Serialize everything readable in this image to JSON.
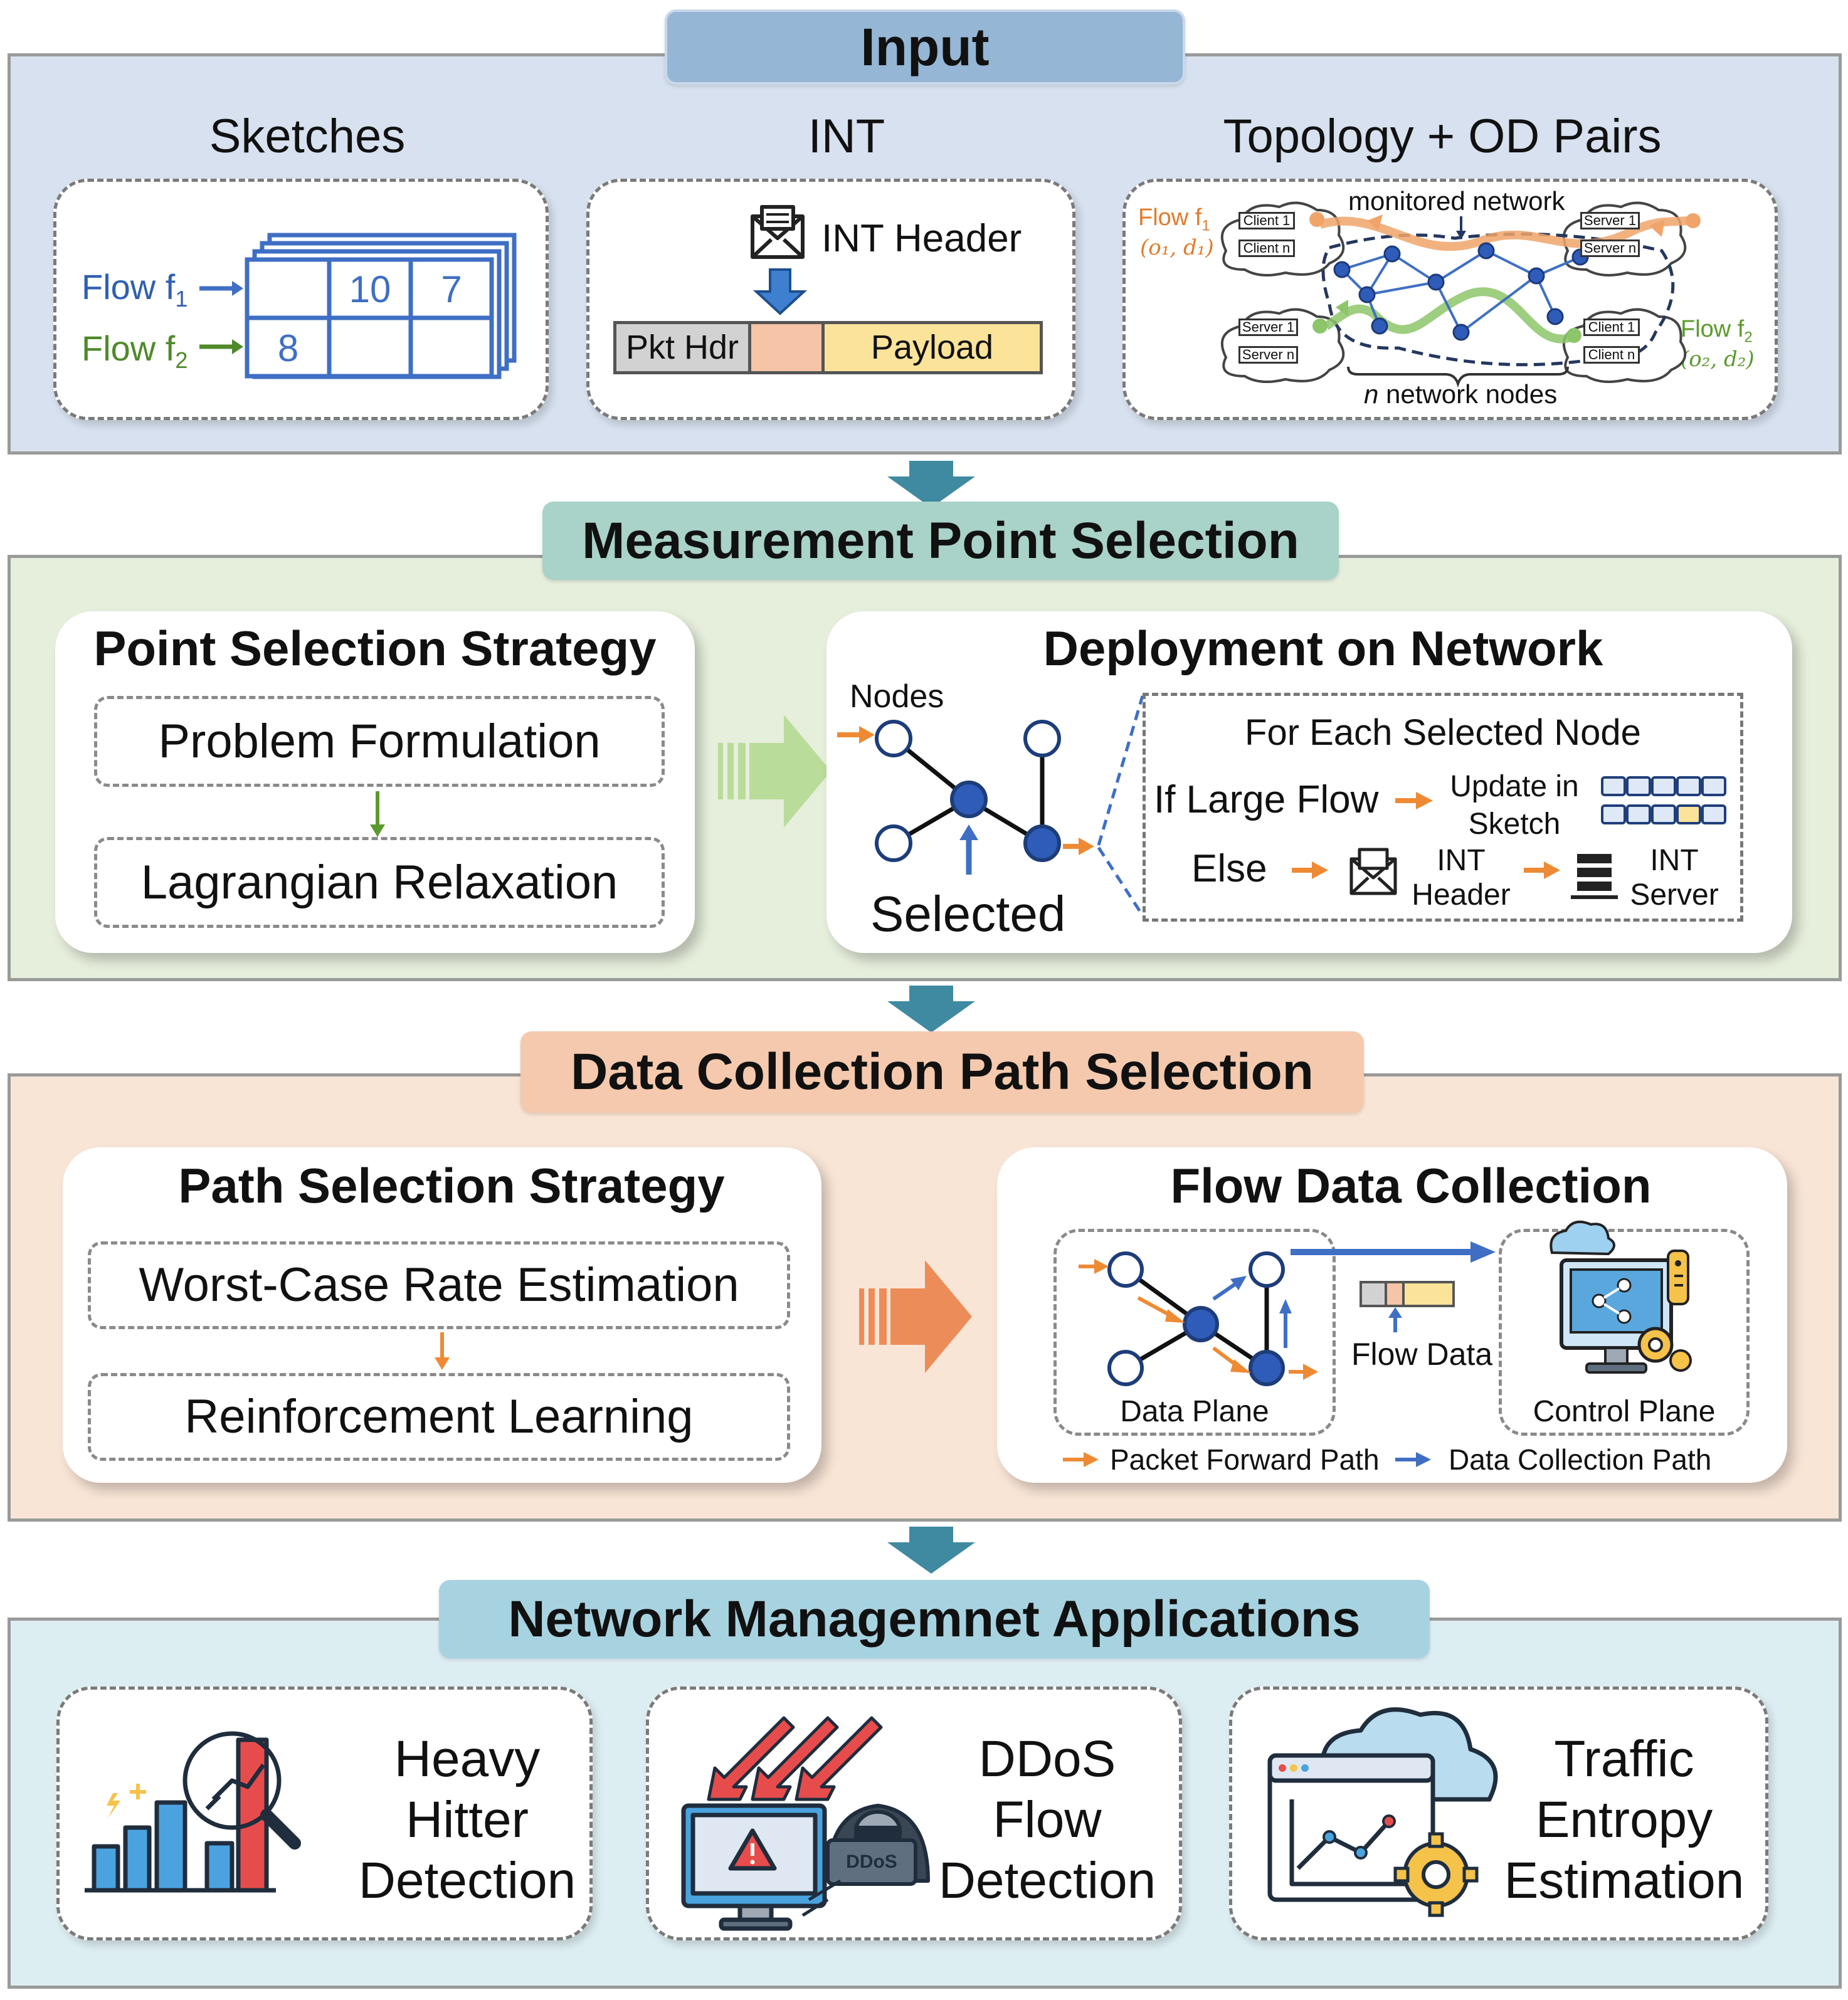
{
  "input": {
    "banner": "Input",
    "sketches": {
      "title": "Sketches",
      "flow1": "Flow f",
      "flow1_sub": "1",
      "flow2": "Flow f",
      "flow2_sub": "2",
      "cells": [
        "10",
        "7",
        "8"
      ]
    },
    "int": {
      "title": "INT",
      "header_label": "INT Header",
      "pkt_hdr": "Pkt Hdr",
      "payload": "Payload"
    },
    "topology": {
      "title": "Topology + OD Pairs",
      "flow1": "Flow f",
      "flow1_sub": "1",
      "flow1_od": "(o₁, d₁)",
      "flow2": "Flow f",
      "flow2_sub": "2",
      "flow2_od": "(o₂, d₂)",
      "monitored": "monitored network",
      "nodes_label_n": "n",
      "nodes_label": "network nodes",
      "client1": "Client 1",
      "clientn": "Client n",
      "server1": "Server 1",
      "servern": "Server n"
    }
  },
  "measurement": {
    "banner": "Measurement Point Selection",
    "strategy": {
      "title": "Point Selection Strategy",
      "step1": "Problem Formulation",
      "step2": "Lagrangian Relaxation"
    },
    "deployment": {
      "title": "Deployment on Network",
      "nodes": "Nodes",
      "selected": "Selected",
      "for_each": "For Each Selected Node",
      "if_large": "If Large Flow",
      "update_line1": "Update in",
      "update_line2": "Sketch",
      "else": "Else",
      "int_header_1": "INT",
      "int_header_2": "Header",
      "int_server_1": "INT",
      "int_server_2": "Server"
    }
  },
  "collection": {
    "banner": "Data Collection Path Selection",
    "strategy": {
      "title": "Path Selection Strategy",
      "step1": "Worst-Case Rate Estimation",
      "step2": "Reinforcement Learning"
    },
    "flow": {
      "title": "Flow Data Collection",
      "data_plane": "Data Plane",
      "flow_data": "Flow Data",
      "control_plane": "Control Plane",
      "legend_packet": "Packet Forward Path",
      "legend_collection": "Data Collection Path"
    }
  },
  "applications": {
    "banner": "Network Managemnet Applications",
    "items": [
      {
        "line1": "Heavy",
        "line2": "Hitter",
        "line3": "Detection",
        "icon": "heavy-hitter-icon"
      },
      {
        "line1": "DDoS",
        "line2": "Flow",
        "line3": "Detection",
        "icon": "ddos-icon",
        "badge": "DDoS"
      },
      {
        "line1": "Traffic",
        "line2": "Entropy",
        "line3": "Estimation",
        "icon": "entropy-icon"
      }
    ]
  },
  "colors": {
    "input_bg": "#d7e1ef",
    "input_banner": "#95b6d5",
    "measure_bg": "#e6eedc",
    "measure_banner": "#a9d2c8",
    "collect_bg": "#f9e5d6",
    "collect_banner": "#f5c9ad",
    "app_bg": "#ddeef2",
    "app_banner": "#a7d3e1",
    "orange": "#ef8a34",
    "blue": "#3f6fc4",
    "green": "#5b8f2e",
    "teal_arrow": "#3f8aa0"
  }
}
